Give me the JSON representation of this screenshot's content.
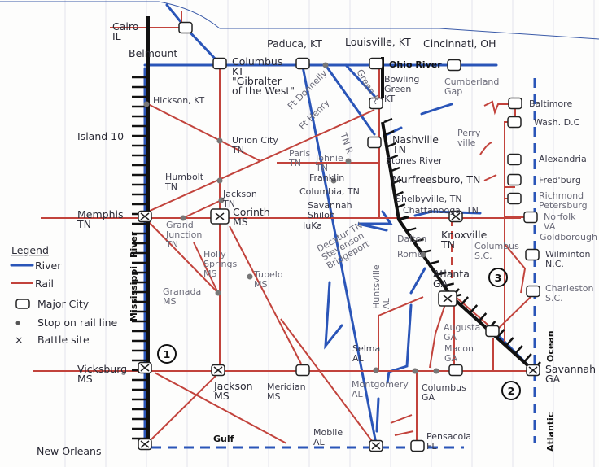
{
  "colors": {
    "river": "#2a55b8",
    "rail": "#c2433c",
    "march": "#111111"
  },
  "legend": {
    "title": "Legend",
    "river": "River",
    "rail": "Rail",
    "major_city": "Major City",
    "stop": "Stop on rail line",
    "battle": "Battle site"
  },
  "labels": {
    "cairo": [
      "Cairo",
      "IL"
    ],
    "belmount": [
      "Belmount"
    ],
    "columbus_kt": [
      "Columbus",
      "KT",
      "\"Gibralter",
      "of the West\""
    ],
    "paduca": [
      "Paduca, KT"
    ],
    "louisville": [
      "Louisville, KT"
    ],
    "cincinnati": [
      "Cincinnati, OH"
    ],
    "ohio_river": [
      "Ohio River"
    ],
    "bowling_green": [
      "Bowling",
      "Green",
      "KT"
    ],
    "cumberland": [
      "Cumberland",
      "Gap"
    ],
    "baltimore": [
      "Baltimore"
    ],
    "wash": [
      "Wash. D.C"
    ],
    "ft_donnelly": [
      "Ft Donnelly"
    ],
    "ft_henry": [
      "Ft Henry"
    ],
    "tn_river": [
      "TN R."
    ],
    "green_r": [
      "Green R."
    ],
    "hickson": [
      "Hickson, KT"
    ],
    "island10": [
      "Island 10"
    ],
    "union_city": [
      "Union City",
      "TN"
    ],
    "paris": [
      "Paris",
      "TN"
    ],
    "johnie": [
      "Johnie",
      "TN"
    ],
    "nashville": [
      "Nashville",
      "TN"
    ],
    "stones_river": [
      "Stones River"
    ],
    "perryville": [
      "Perry",
      "ville"
    ],
    "franklin": [
      "Franklin"
    ],
    "murfreesboro": [
      "Murfreesburo, TN"
    ],
    "columbia_tn": [
      "Columbia, TN"
    ],
    "shelbyville": [
      "Shelbyville, TN"
    ],
    "savannah_tn": [
      "Savannah",
      "Shiloh"
    ],
    "chattanooga": [
      "Chattanooga, TN"
    ],
    "alexandria": [
      "Alexandria"
    ],
    "fredburg": [
      "Fred'burg"
    ],
    "richmond": [
      "Richmond",
      "Petersburg"
    ],
    "norfolk": [
      "Norfolk",
      "VA"
    ],
    "humbolt": [
      "Humbolt",
      "TN"
    ],
    "jackson_tn": [
      "Jackson",
      "TN"
    ],
    "memphis": [
      "Memphis",
      "TN"
    ],
    "corinth": [
      "Corinth",
      "MS"
    ],
    "iuka": [
      "IuKa"
    ],
    "grand_junction": [
      "Grand",
      "Junction",
      "TN"
    ],
    "holly_springs": [
      "Holly",
      "Springs",
      "MS"
    ],
    "tupelo": [
      "Tupelo",
      "MS"
    ],
    "granada": [
      "Granada",
      "MS"
    ],
    "decatur": [
      "Decatur TN",
      "Stevenson",
      "Bridgeport"
    ],
    "huntsville": [
      "Huntsville",
      "AL"
    ],
    "dalton": [
      "Dalton"
    ],
    "knoxville": [
      "Knoxville",
      "TN"
    ],
    "goldborough": [
      "Goldborough"
    ],
    "columbus_sc": [
      "Columbus",
      "S.C."
    ],
    "wilmington": [
      "Wilminton",
      "N.C."
    ],
    "rome": [
      "Rome"
    ],
    "atlanta": [
      "Atlanta",
      "GA"
    ],
    "charleston": [
      "Charleston",
      "S.C."
    ],
    "augusta": [
      "Augusta",
      "GA"
    ],
    "macon": [
      "Macon",
      "GA"
    ],
    "selma": [
      "Selma",
      "AL"
    ],
    "ocean": [
      "Ocean"
    ],
    "atlantic": [
      "Atlantic"
    ],
    "vicksburg": [
      "Vicksburg",
      "MS"
    ],
    "savannah_ga": [
      "Savannah",
      "GA"
    ],
    "jackson_ms": [
      "Jackson",
      "MS"
    ],
    "meridian": [
      "Meridian",
      "MS"
    ],
    "montgomery": [
      "Montgomery",
      "AL"
    ],
    "columbus_ga": [
      "Columbus",
      "GA"
    ],
    "gulf": [
      "Gulf"
    ],
    "mobile": [
      "Mobile",
      "AL"
    ],
    "pensacola": [
      "Pensacola",
      "FL"
    ],
    "new_orleans": [
      "New Orleans"
    ],
    "mississippi": [
      "Mississippi",
      "River"
    ]
  },
  "campaigns": [
    "1",
    "2",
    "3"
  ]
}
